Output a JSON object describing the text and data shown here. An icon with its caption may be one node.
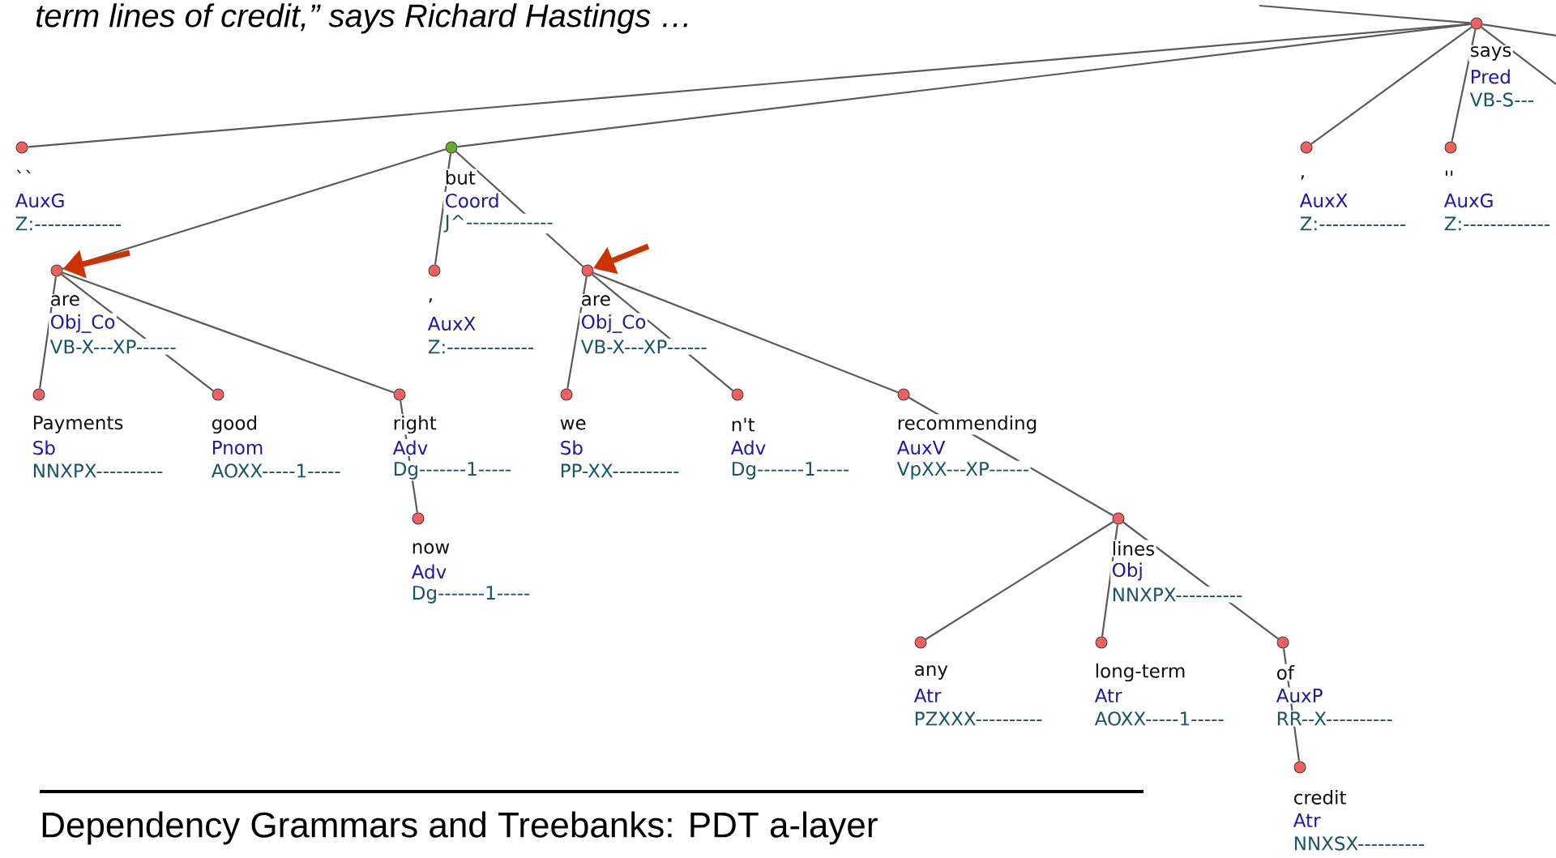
{
  "diagram": {
    "title": "Dependency Grammars and Treebanks: PDT a-layer",
    "nodes": [
      {
        "text": [
          "says",
          "Pred",
          "VB-S---"
        ]
      },
      {
        "text": [
          "``",
          "AuxG",
          "Z:-------------"
        ]
      },
      {
        "text": [
          "but",
          "Coord",
          "J^-------------"
        ]
      },
      {
        "text": [
          ",",
          "AuxX",
          "Z:-------------"
        ]
      },
      {
        "text": [
          "''",
          "AuxG",
          "Z:-------------"
        ]
      },
      {
        "text": [
          "are",
          "Obj_Co",
          "VB-X---XP------"
        ]
      },
      {
        "text": [
          ",",
          "AuxX",
          "Z:-------------"
        ]
      },
      {
        "text": [
          "are",
          "Obj_Co",
          "VB-X---XP------"
        ]
      },
      {
        "text": [
          "Payments",
          "Sb",
          "NNXPX----------"
        ]
      },
      {
        "text": [
          "good",
          "Pnom",
          "AOXX-----1-----"
        ]
      },
      {
        "text": [
          "right",
          "Adv",
          "Dg-------1-----"
        ]
      },
      {
        "text": [
          "we",
          "Sb",
          "PP-XX----------"
        ]
      },
      {
        "text": [
          "n't",
          "Adv",
          "Dg-------1-----"
        ]
      },
      {
        "text": [
          "recommending",
          "AuxV",
          "VpXX---XP------"
        ]
      },
      {
        "text": [
          "now",
          "Adv",
          "Dg-------1-----"
        ]
      },
      {
        "text": [
          "lines",
          "Obj",
          "NNXPX----------"
        ]
      },
      {
        "text": [
          "any",
          "Atr",
          "PZXXX----------"
        ]
      },
      {
        "text": [
          "long-term",
          "Atr",
          "AOXX-----1-----"
        ]
      },
      {
        "text": [
          "of",
          "AuxP",
          "RR--X----------"
        ]
      },
      {
        "text": [
          "credit",
          "Atr",
          "NNXSX----------"
        ]
      }
    ],
    "edges": [
      {
        "from": null,
        "to": 0,
        "arrow": "none"
      },
      {
        "from": 0,
        "to": null,
        "arrow": "none"
      },
      {
        "from": 0,
        "to": null,
        "arrow": "none"
      },
      {
        "from": 0,
        "to": 1,
        "arrow": "none"
      },
      {
        "from": 0,
        "to": 2,
        "arrow": "none"
      },
      {
        "from": 0,
        "to": 3,
        "arrow": "none"
      },
      {
        "from": 0,
        "to": 4,
        "arrow": "none"
      },
      {
        "from": 2,
        "to": 5,
        "arrow": "none"
      },
      {
        "from": 2,
        "to": 6,
        "arrow": "none"
      },
      {
        "from": 2,
        "to": 7,
        "arrow": "none"
      },
      {
        "from": 5,
        "to": 8,
        "arrow": "none"
      },
      {
        "from": 5,
        "to": 9,
        "arrow": "none"
      },
      {
        "from": 5,
        "to": 10,
        "arrow": "none"
      },
      {
        "from": 10,
        "to": 14,
        "arrow": "none"
      },
      {
        "from": 7,
        "to": 11,
        "arrow": "none"
      },
      {
        "from": 7,
        "to": 12,
        "arrow": "none"
      },
      {
        "from": 7,
        "to": 13,
        "arrow": "none"
      },
      {
        "from": 13,
        "to": 15,
        "arrow": "none"
      },
      {
        "from": 15,
        "to": 16,
        "arrow": "none"
      },
      {
        "from": 15,
        "to": 17,
        "arrow": "none"
      },
      {
        "from": 15,
        "to": 18,
        "arrow": "none"
      },
      {
        "from": 18,
        "to": 19,
        "arrow": "none"
      },
      {
        "from": null,
        "to": 5,
        "arrow": "to",
        "style": "thick",
        "color": "#cc3300"
      },
      {
        "from": null,
        "to": 7,
        "arrow": "to",
        "style": "thick",
        "color": "#cc3300"
      }
    ],
    "labels": [
      "term lines of credit,” says Richard Hastings …"
    ]
  }
}
